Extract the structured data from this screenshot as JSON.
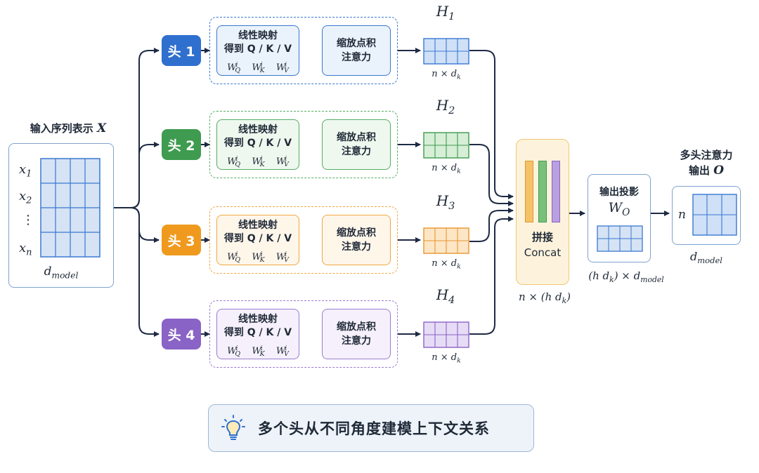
{
  "input": {
    "title": "输入序列表示",
    "title_var": "X",
    "rows": [
      {
        "sym": "x",
        "sub": "1"
      },
      {
        "sym": "x",
        "sub": "2"
      },
      {
        "sym": "⋮",
        "sub": ""
      },
      {
        "sym": "x",
        "sub": "n"
      }
    ],
    "dim_sym": "d",
    "dim_sub": "model"
  },
  "heads": [
    {
      "label": "头 1",
      "color": "#2f6fce",
      "light": "#eaf2fb",
      "border": "#3a78d0",
      "mat_color": "#cfe0f7",
      "mat_border": "#3a78d0",
      "lp_line1": "线性映射",
      "lp_line2": "得到 Q / K / V",
      "ap_line1": "缩放点积",
      "ap_line2": "注意力",
      "H": "H",
      "H_sub": "1",
      "dim": "n × d",
      "dim_sub": "k"
    },
    {
      "label": "头 2",
      "color": "#3e9b4f",
      "light": "#eef8ee",
      "border": "#55ad62",
      "mat_color": "#d6efd6",
      "mat_border": "#3e9b4f",
      "lp_line1": "线性映射",
      "lp_line2": "得到 Q / K / V",
      "ap_line1": "缩放点积",
      "ap_line2": "注意力",
      "H": "H",
      "H_sub": "2",
      "dim": "n × d",
      "dim_sub": "k"
    },
    {
      "label": "头 3",
      "color": "#ef9a1f",
      "light": "#fff6ea",
      "border": "#f0a640",
      "mat_color": "#fde6c6",
      "mat_border": "#e89530",
      "lp_line1": "线性映射",
      "lp_line2": "得到 Q / K / V",
      "ap_line1": "缩放点积",
      "ap_line2": "注意力",
      "H": "H",
      "H_sub": "3",
      "dim": "n × d",
      "dim_sub": "k"
    },
    {
      "label": "头 4",
      "color": "#8a63c6",
      "light": "#f5f0fb",
      "border": "#9b7bd0",
      "mat_color": "#e7dcf6",
      "mat_border": "#8a63c6",
      "lp_line1": "线性映射",
      "lp_line2": "得到 Q / K / V",
      "ap_line1": "缩放点积",
      "ap_line2": "注意力",
      "H": "H",
      "H_sub": "4",
      "dim": "n × d",
      "dim_sub": "k"
    }
  ],
  "weights": [
    {
      "sym": "W",
      "sup": "i",
      "sub": "Q"
    },
    {
      "sym": "W",
      "sup": "i",
      "sub": "K"
    },
    {
      "sym": "W",
      "sup": "i",
      "sub": "V"
    }
  ],
  "concat": {
    "line1": "拼接",
    "line2": "Concat",
    "dim": "n × (h d",
    "dim_sub": "k",
    "dim_end": ")",
    "bar_colors": [
      "#f6c268",
      "#79c17b",
      "#b9a0e0"
    ]
  },
  "projection": {
    "title": "输出投影",
    "sym": "W",
    "sub": "O",
    "dim_a": "(h d",
    "dim_a_sub": "k",
    "dim_b": ") × d",
    "dim_b_sub": "model"
  },
  "output": {
    "title1": "多头注意力",
    "title2": "输出",
    "title_var": "O",
    "row_label": "n",
    "dim_sym": "d",
    "dim_sub": "model"
  },
  "tip": {
    "icon": "lightbulb-icon",
    "text": "多个头从不同角度建模上下文关系"
  }
}
